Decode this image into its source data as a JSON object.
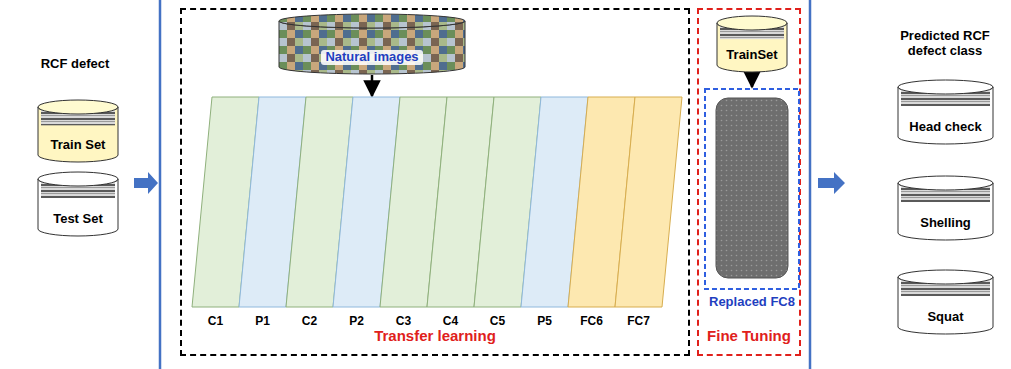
{
  "diagram": {
    "nodes": [
      {
        "text": [
          "Train Set"
        ]
      },
      {
        "text": [
          "Test Set"
        ]
      },
      {
        "text": [
          "Transfer learning"
        ]
      },
      {
        "text": [
          "Natural images"
        ],
        "in": 2
      },
      {
        "text": [
          "C1"
        ],
        "in": 2
      },
      {
        "text": [
          "P1"
        ],
        "in": 2
      },
      {
        "text": [
          "C2"
        ],
        "in": 2
      },
      {
        "text": [
          "P2"
        ],
        "in": 2
      },
      {
        "text": [
          "C3"
        ],
        "in": 2
      },
      {
        "text": [
          "C4"
        ],
        "in": 2
      },
      {
        "text": [
          "C5"
        ],
        "in": 2
      },
      {
        "text": [
          "P5"
        ],
        "in": 2
      },
      {
        "text": [
          "FC6"
        ],
        "in": 2
      },
      {
        "text": [
          "FC7"
        ],
        "in": 2
      },
      {
        "text": [
          "Fine Tuning"
        ]
      },
      {
        "text": [
          "TrainSet"
        ],
        "in": 14
      },
      {
        "text": [
          "Replaced FC8"
        ],
        "in": 14
      },
      {
        "text": [
          "Head check"
        ]
      },
      {
        "text": [
          "Shelling"
        ]
      },
      {
        "text": [
          "Squat"
        ]
      }
    ],
    "edges": [
      {
        "from": 3,
        "to": 7,
        "arrow": "to"
      },
      {
        "from": 15,
        "to": 16,
        "arrow": "to"
      }
    ],
    "labels": [
      "RCF defect",
      "Predicted RCF defect class"
    ]
  }
}
